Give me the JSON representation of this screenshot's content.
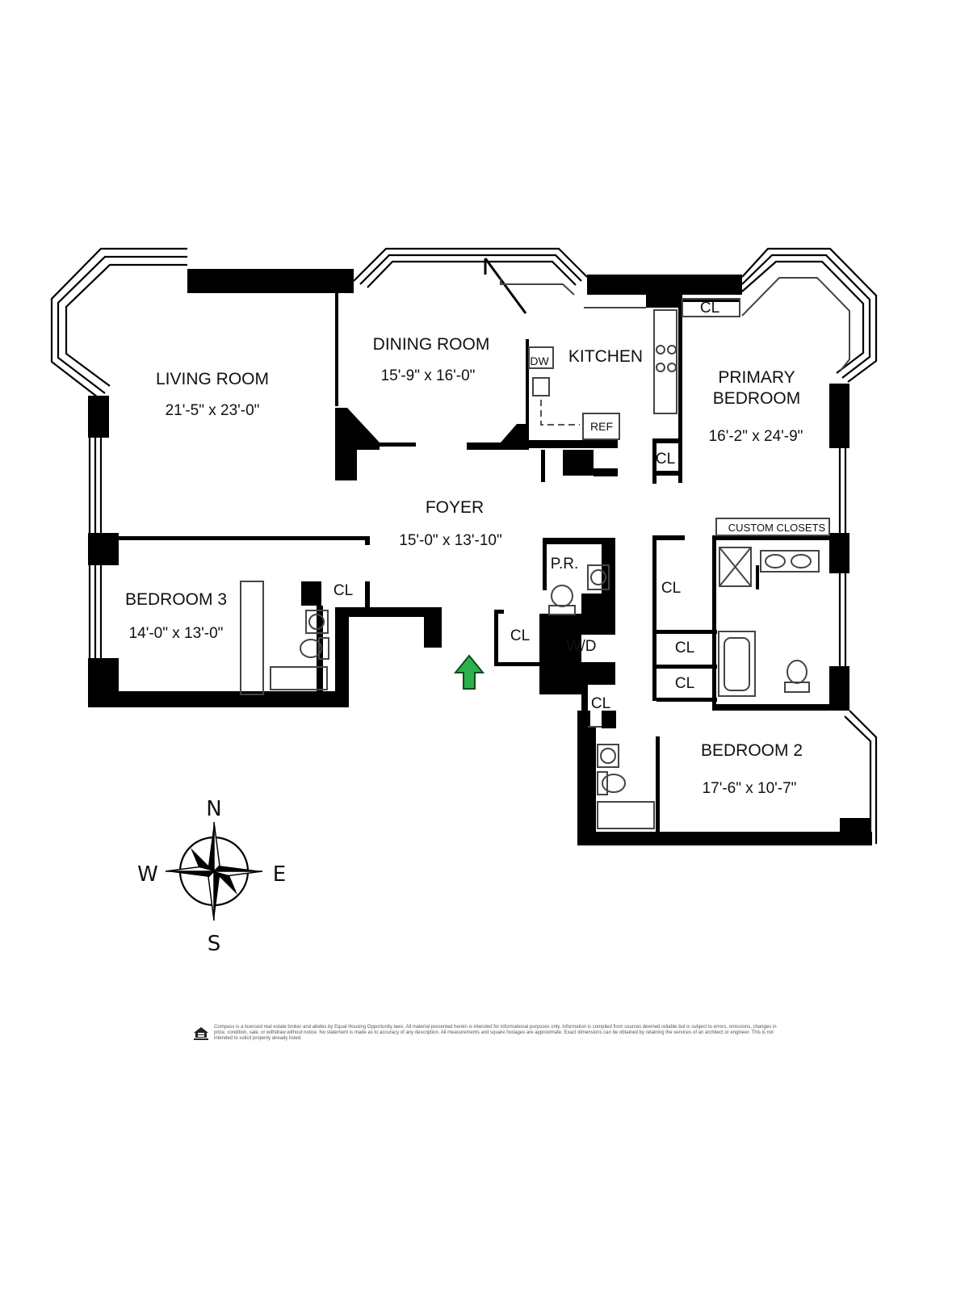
{
  "rooms": {
    "living_room": {
      "name": "LIVING ROOM",
      "dims": "21'-5\" x 23'-0\""
    },
    "dining_room": {
      "name": "DINING ROOM",
      "dims": "15'-9\" x 16'-0\""
    },
    "kitchen": {
      "name": "KITCHEN"
    },
    "primary_bedroom": {
      "name_line1": "PRIMARY",
      "name_line2": "BEDROOM",
      "dims": "16'-2\" x 24'-9\""
    },
    "foyer": {
      "name": "FOYER",
      "dims": "15'-0\" x 13'-10\""
    },
    "bedroom_3": {
      "name": "BEDROOM 3",
      "dims": "14'-0\" x 13'-0\""
    },
    "bedroom_2": {
      "name": "BEDROOM 2",
      "dims": "17'-6\" x 10'-7\""
    }
  },
  "labels": {
    "closet": "CL",
    "custom_closets": "CUSTOM CLOSETS",
    "powder_room": "P.R.",
    "washer_dryer": "W/D",
    "dishwasher": "DW",
    "refrigerator": "REF"
  },
  "compass": {
    "north": "N",
    "south": "S",
    "east": "E",
    "west": "W"
  },
  "colors": {
    "entry_arrow": "#2bb24c",
    "walls": "#000000"
  },
  "disclaimer": "Compass is a licensed real estate broker and abides by Equal Housing Opportunity laws. All material presented herein is intended for informational purposes only. Information is compiled from sources deemed reliable but is subject to errors, omissions, changes in price, condition, sale, or withdraw without notice. No statement is made as to accuracy of any description. All measurements and square footages are approximate. Exact dimensions can be obtained by retaining the services of an architect or engineer. This is not intended to solicit property already listed."
}
